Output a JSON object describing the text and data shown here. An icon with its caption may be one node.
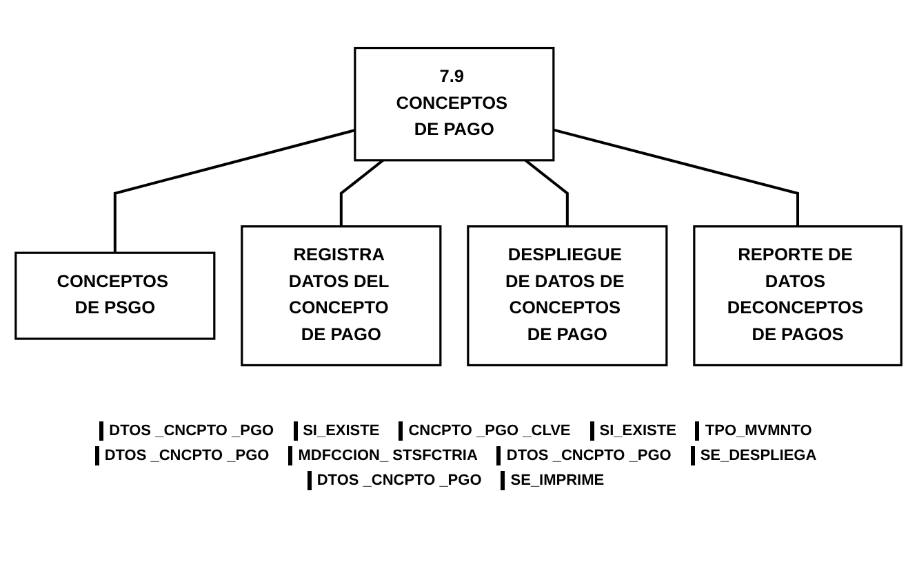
{
  "diagram": {
    "nodes": [
      {
        "text": [
          "7.9 CONCEPTOS DE PAGO"
        ]
      },
      {
        "text": [
          "CONCEPTOS DE PSGO"
        ]
      },
      {
        "text": [
          "REGISTRA DATOS DEL CONCEPTO DE PAGO"
        ]
      },
      {
        "text": [
          "DESPLIEGUE DE DATOS DE CONCEPTOS DE PAGO"
        ]
      },
      {
        "text": [
          "REPORTE DE DATOS DECONCEPTOS DE PAGOS"
        ]
      }
    ],
    "edges": [
      {
        "from": 0,
        "to": 1,
        "arrow": "none"
      },
      {
        "from": 0,
        "to": 2,
        "arrow": "none"
      },
      {
        "from": 0,
        "to": 3,
        "arrow": "none"
      },
      {
        "from": 0,
        "to": 4,
        "arrow": "none"
      }
    ],
    "labels": [
      "DTOS _CNCPTO _PGO",
      "SI_EXISTE",
      "CNCPTO _PGO _CLVE",
      "SI_EXISTE",
      "TPO_MVMNTO",
      "DTOS _CNCPTO _PGO",
      "MDFCCION_ STSFCTRIA",
      "DTOS _CNCPTO _PGO",
      "SE_DESPLIEGA",
      "DTOS _CNCPTO _PGO",
      "SE_IMPRIME"
    ]
  }
}
